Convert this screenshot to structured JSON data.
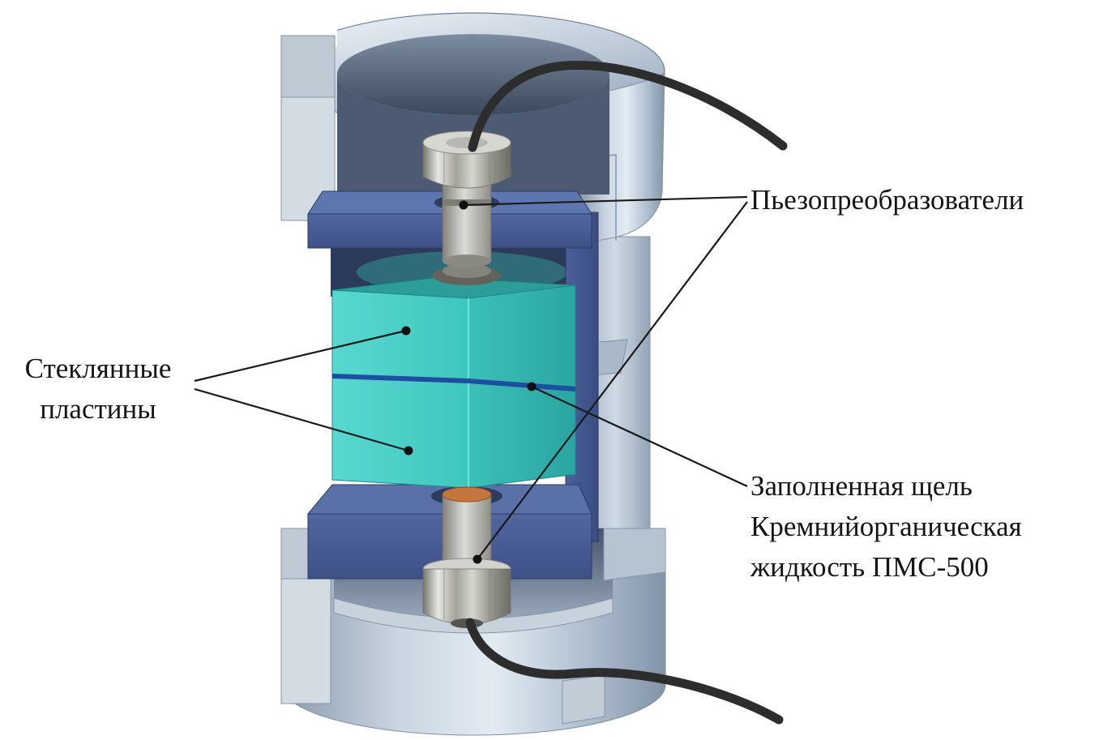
{
  "diagram": {
    "labels": {
      "piezo": {
        "text": "Пьезопреобразователи"
      },
      "glass": {
        "line1": "Стеклянные",
        "line2": "пластины"
      },
      "gap": {
        "line1": "Заполненная щель",
        "line2": "Кремнийорганическая",
        "line3": "жидкость ПМС-500"
      }
    },
    "colors": {
      "background": "#ffffff",
      "label_text": "#151515",
      "housing_steel": "#c6d3e0",
      "holder_blue": "#4a5d97",
      "glass_teal": "#41c8c1",
      "gap_blue": "#1d4fa0",
      "transducer_gray": "#c0c0ba",
      "spacer_orange": "#c4763c",
      "cable_dark": "#2d2d2d",
      "leader_line": "#1a1a1a"
    }
  }
}
